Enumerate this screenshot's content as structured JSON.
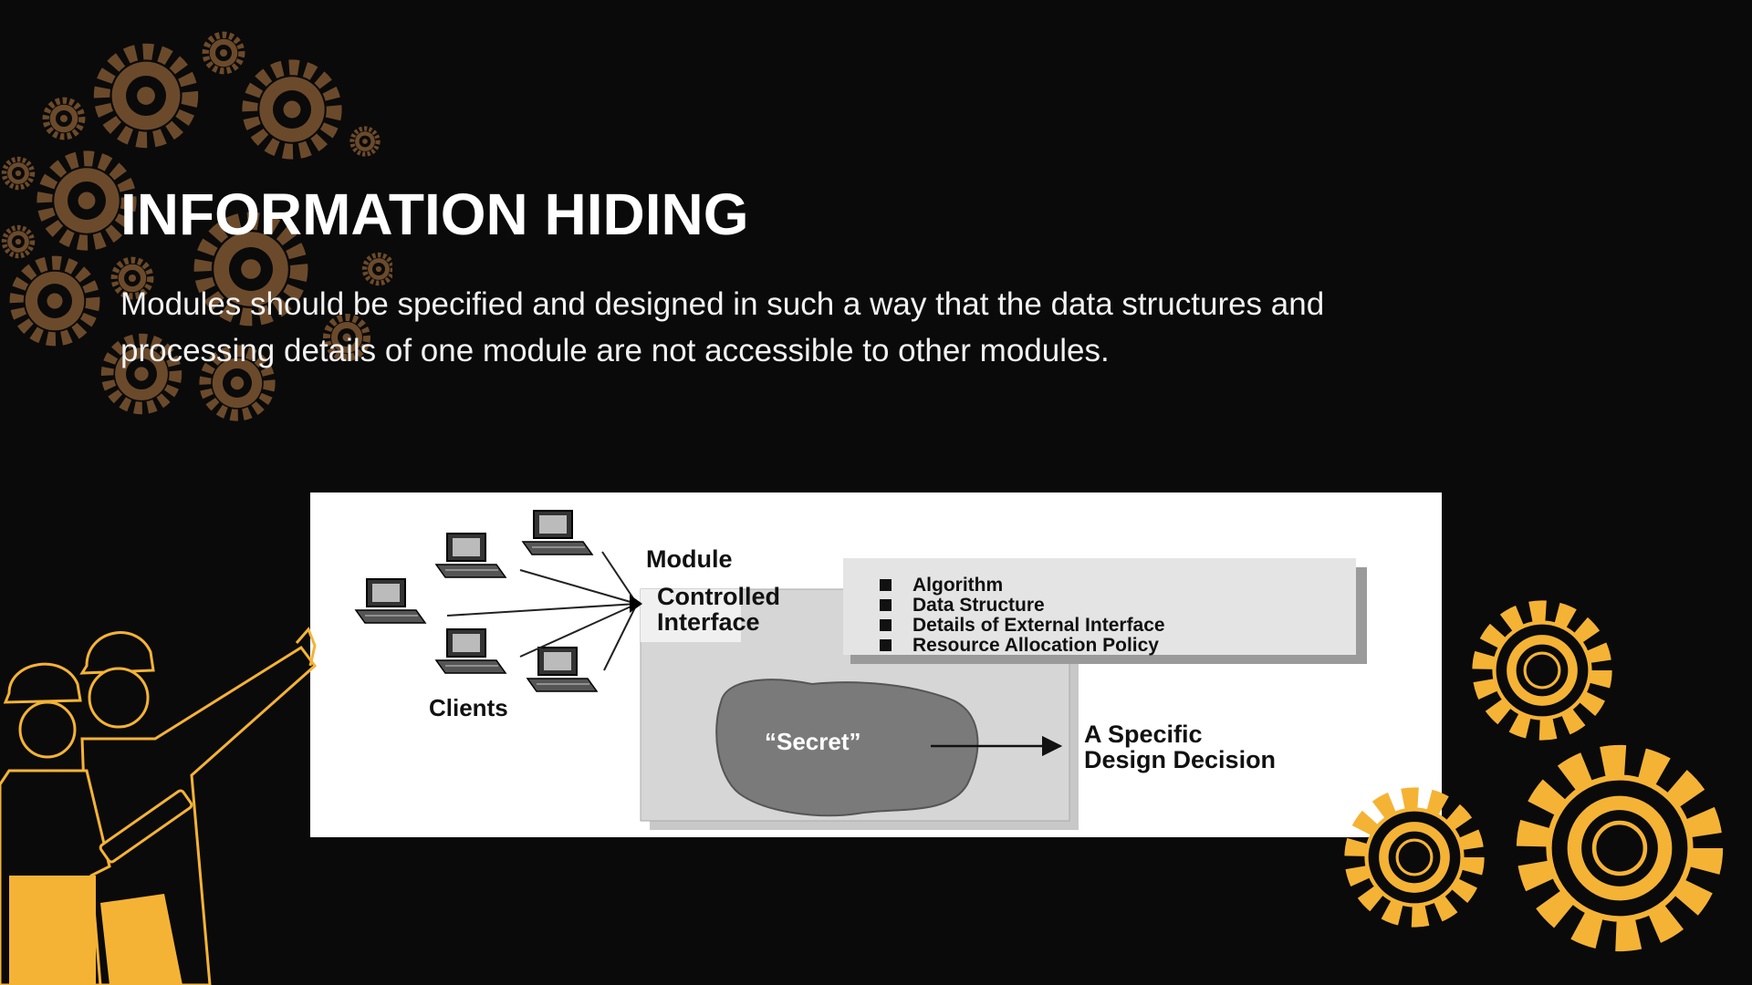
{
  "slide": {
    "title": "INFORMATION HIDING",
    "body": "Modules should be specified and designed in such a way that the data structures and processing details of one module are not accessible to other modules."
  },
  "diagram": {
    "module_label": "Module",
    "interface_label_line1": "Controlled",
    "interface_label_line2": "Interface",
    "clients_label": "Clients",
    "hidden_items": [
      "Algorithm",
      "Data Structure",
      "Details of External Interface",
      "Resource Allocation Policy"
    ],
    "secret_label": "“Secret”",
    "decision_line1": "A Specific",
    "decision_line2": "Design Decision"
  },
  "colors": {
    "background": "#0a0a0a",
    "gear_brown": "#6b4a2b",
    "accent_yellow": "#f5b335"
  },
  "icons": [
    "gears-decoration",
    "engineer-workers-illustration",
    "computer-client-icon"
  ]
}
